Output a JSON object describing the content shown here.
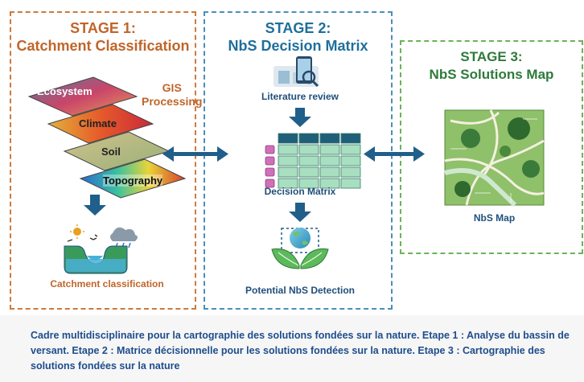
{
  "stage1": {
    "title_line1": "STAGE 1:",
    "title_line2": "Catchment Classification",
    "gis_line1": "GIS",
    "gis_line2": "Processing",
    "layers": [
      "Ecosystem",
      "Climate",
      "Soil",
      "Topography"
    ],
    "output_label": "Catchment classification"
  },
  "stage2": {
    "title_line1": "STAGE 2:",
    "title_line2": "NbS Decision Matrix",
    "literature_label": "Literature review",
    "matrix_label": "Decision Matrix",
    "detection_label": "Potential NbS Detection"
  },
  "stage3": {
    "title_line1": "STAGE 3:",
    "title_line2": "NbS Solutions Map",
    "map_label": "NbS Map"
  },
  "caption": "Cadre multidisciplinaire pour la cartographie des solutions fondées sur la nature. Etape 1 : Analyse du bassin de versant. Etape 2 : Matrice décisionnelle pour les solutions fondées sur la nature. Etape 3 : Cartographie des solutions fondées sur la nature",
  "colors": {
    "stage1": "#cc7a3f",
    "stage2": "#4a8fb8",
    "stage3": "#6bb35a",
    "arrow": "#1f5f8a",
    "caption": "#1e4d8c"
  }
}
